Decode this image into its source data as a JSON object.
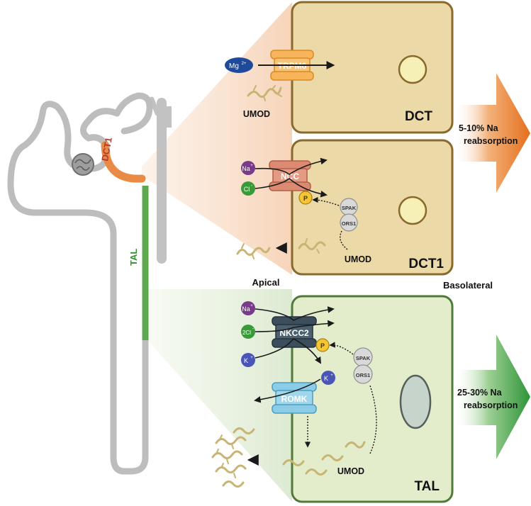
{
  "nephron": {
    "dct1_label": "DCT1",
    "tal_label": "TAL"
  },
  "dct_cell": {
    "label": "DCT",
    "channel": "TRPM6",
    "ion": "Mg",
    "ion_charge": "2+",
    "umod": "UMOD"
  },
  "dct1_cell": {
    "label": "DCT1",
    "transporter": "NCC",
    "na": "Na",
    "na_charge": "+",
    "cl": "Cl",
    "cl_charge": "-",
    "phospho": "P",
    "spak": "SPAK",
    "ors1": "ORS1",
    "umod": "UMOD"
  },
  "sides": {
    "apical": "Apical",
    "basolateral": "Basolateral"
  },
  "tal_cell": {
    "label": "TAL",
    "transporter": "NKCC2",
    "na": "Na",
    "na_charge": "+",
    "cl": "2Cl",
    "cl_charge": "-",
    "k1": "K",
    "k1_charge": "+",
    "k2": "K",
    "k2_charge": "+",
    "romk": "ROMK",
    "phospho": "P",
    "spak": "SPAK",
    "ors1": "ORS1",
    "umod": "UMOD"
  },
  "arrows": {
    "dct_line1": "5-10% Na",
    "dct_line2": "reabsorption",
    "tal_line1": "25-30% Na",
    "tal_line2": "reabsorption"
  },
  "colors": {
    "dct_cell_fill": "#ecd9a8",
    "dct_cell_stroke": "#8a6a2c",
    "tal_cell_fill": "#e3edcc",
    "tal_cell_stroke": "#4f7a37",
    "orange_arrow": "#e8792a",
    "green_arrow": "#3f9c3f",
    "nephron_gray": "#bdbdbd",
    "dct1_orange": "#e98a45",
    "tal_green": "#5ea84f"
  }
}
